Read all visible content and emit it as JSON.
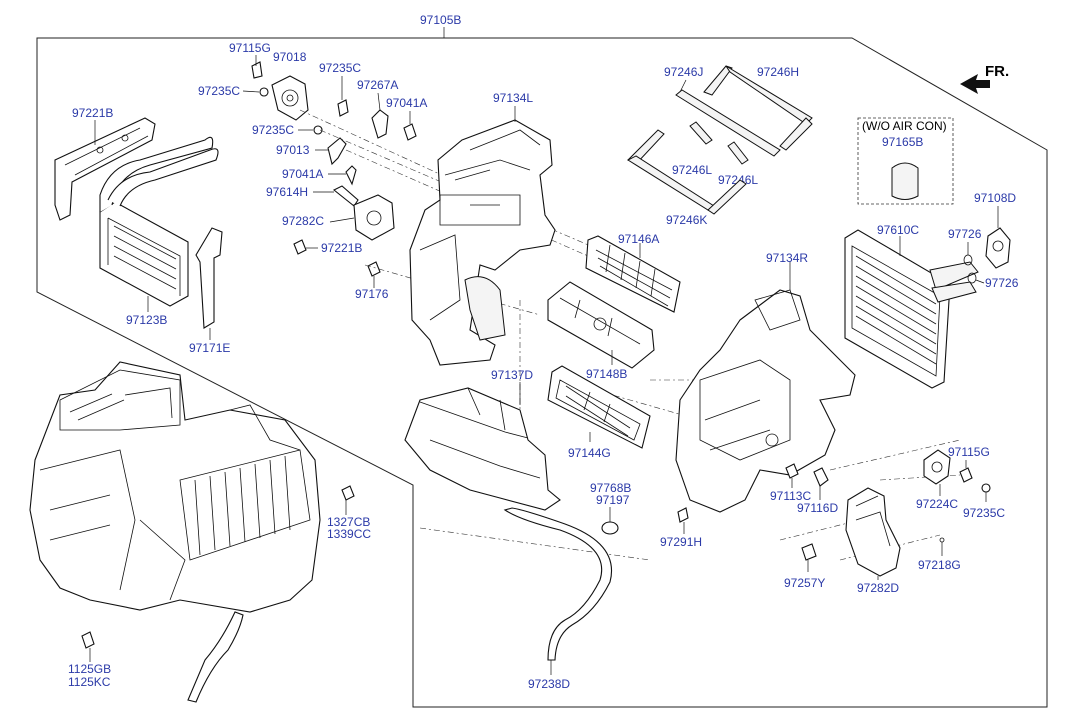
{
  "title_part": "97105B",
  "direction": {
    "label": "FR.",
    "icon": "front-direction-arrow-icon"
  },
  "no_aircon_box": {
    "caption": "(W/O AIR CON)",
    "part": "97165B"
  },
  "labels": {
    "p97115G_top": "97115G",
    "p97018": "97018",
    "p97235C_1": "97235C",
    "p97235C_2": "97235C",
    "p97235C_3": "97235C",
    "p97267A": "97267A",
    "p97041A_1": "97041A",
    "p97041A_2": "97041A",
    "p97134L": "97134L",
    "p97246J": "97246J",
    "p97246H": "97246H",
    "p97221B_1": "97221B",
    "p97013": "97013",
    "p97614H": "97614H",
    "p97282C": "97282C",
    "p97221B_2": "97221B",
    "p97176": "97176",
    "p97123B": "97123B",
    "p97171E": "97171E",
    "p97246L_1": "97246L",
    "p97246L_2": "97246L",
    "p97246K": "97246K",
    "p97146A": "97146A",
    "p97108D": "97108D",
    "p97610C": "97610C",
    "p97726_1": "97726",
    "p97726_2": "97726",
    "p97134R": "97134R",
    "p97137D": "97137D",
    "p97148B": "97148B",
    "p97144G": "97144G",
    "p97768B": "97768B",
    "p97197": "97197",
    "p97291H": "97291H",
    "p97113C": "97113C",
    "p97116D": "97116D",
    "p97115G_right": "97115G",
    "p97224C": "97224C",
    "p97235C_right": "97235C",
    "p97218G": "97218G",
    "p97257Y": "97257Y",
    "p97282D": "97282D",
    "p1327CB": "1327CB",
    "p1339CC": "1339CC",
    "p1125GB": "1125GB",
    "p1125KC": "1125KC",
    "p97238D": "97238D"
  }
}
